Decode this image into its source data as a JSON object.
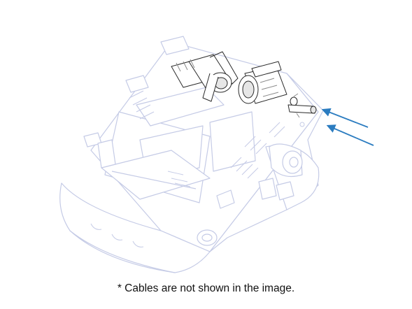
{
  "caption": {
    "footnote": "* Cables are not shown in the image."
  },
  "colors": {
    "faded_line": "#c5cbe6",
    "faded_fill": "#ffffff",
    "detail_line": "#2a2a2a",
    "detail_gray": "#8a8a8a",
    "arrow": "#2b7cc0"
  },
  "callout": {
    "arrow_count": 2,
    "target": "connector-pin"
  }
}
